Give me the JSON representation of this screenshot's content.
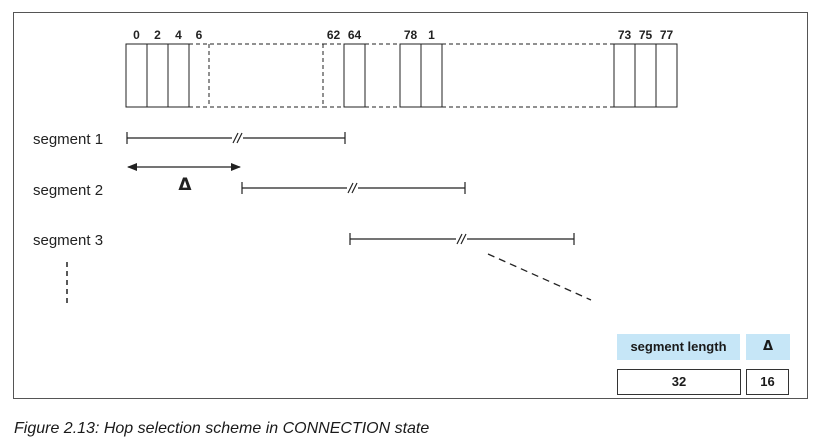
{
  "channel_labels": [
    {
      "text": "0",
      "slot": 0
    },
    {
      "text": "2",
      "slot": 1
    },
    {
      "text": "4",
      "slot": 2
    },
    {
      "text": "6",
      "slot": 3
    },
    {
      "text": "62",
      "slot": 4
    },
    {
      "text": "64",
      "slot": 5
    },
    {
      "text": "78",
      "slot": 7
    },
    {
      "text": "1",
      "slot": 8
    },
    {
      "text": "73",
      "slot": 10
    },
    {
      "text": "75",
      "slot": 11
    },
    {
      "text": "77",
      "slot": 12
    }
  ],
  "segments": [
    "segment 1",
    "segment 2",
    "segment 3"
  ],
  "delta_symbol": "Δ",
  "legend": {
    "segment_length_label": "segment length",
    "delta_label": "Δ",
    "segment_length_value": "32",
    "delta_value": "16"
  },
  "caption": "Figure 2.13:  Hop selection scheme in CONNECTION state",
  "colors": {
    "legend_header_bg": "#c6e6f7",
    "line": "#222222"
  }
}
